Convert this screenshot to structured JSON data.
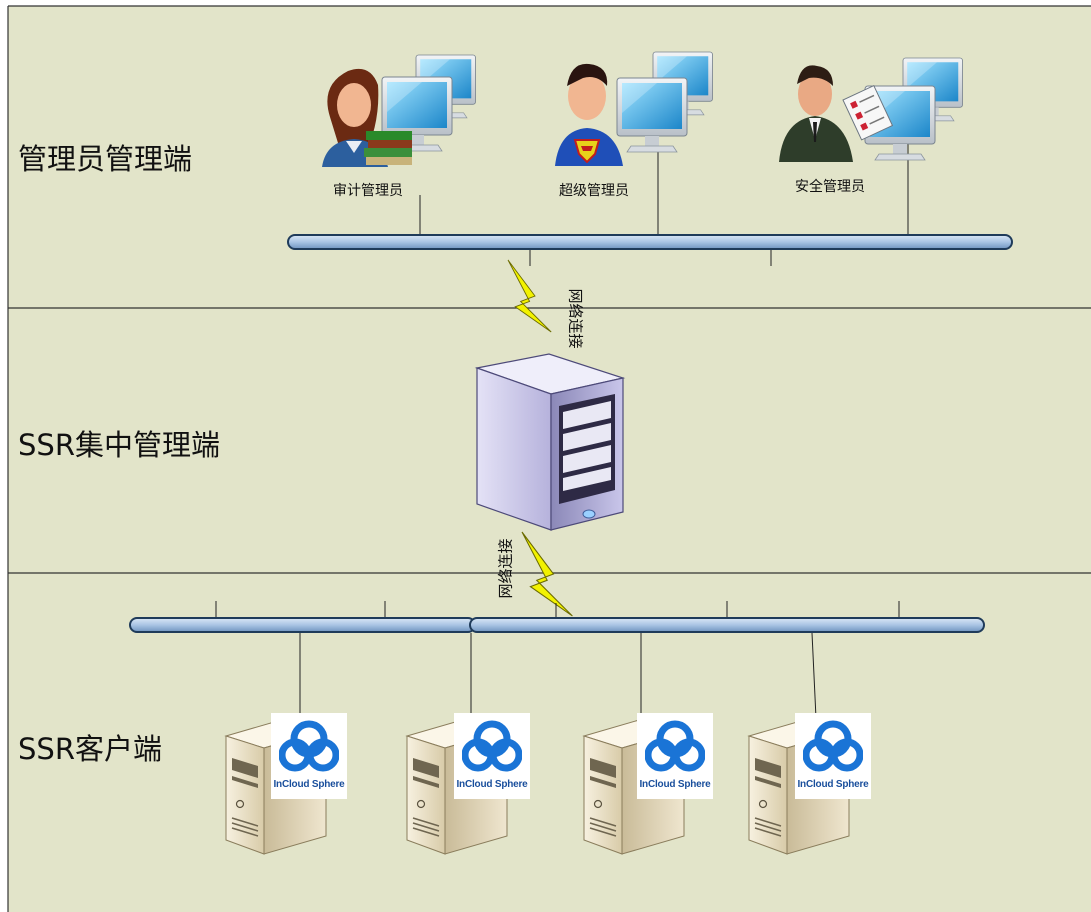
{
  "tiers": {
    "admin": "管理员管理端",
    "central": "SSR集中管理端",
    "client": "SSR客户端"
  },
  "admins": [
    {
      "label": "审计管理员",
      "icon": "audit-admin-icon"
    },
    {
      "label": "超级管理员",
      "icon": "super-admin-icon"
    },
    {
      "label": "安全管理员",
      "icon": "security-admin-icon"
    }
  ],
  "links": {
    "top": "网络连接",
    "bottom": "网络连接"
  },
  "clients": [
    {
      "brand": "InCloud Sphere",
      "icon": "server-tower-icon"
    },
    {
      "brand": "InCloud Sphere",
      "icon": "server-tower-icon"
    },
    {
      "brand": "InCloud Sphere",
      "icon": "server-tower-icon"
    },
    {
      "brand": "InCloud Sphere",
      "icon": "server-tower-icon"
    }
  ],
  "colors": {
    "band_background": "#e2e4c9",
    "bus_fill": "#a9c4e4",
    "bus_stroke": "#1f3b5a",
    "lightning": "#f2f200",
    "brand_blue": "#1a74d6"
  }
}
